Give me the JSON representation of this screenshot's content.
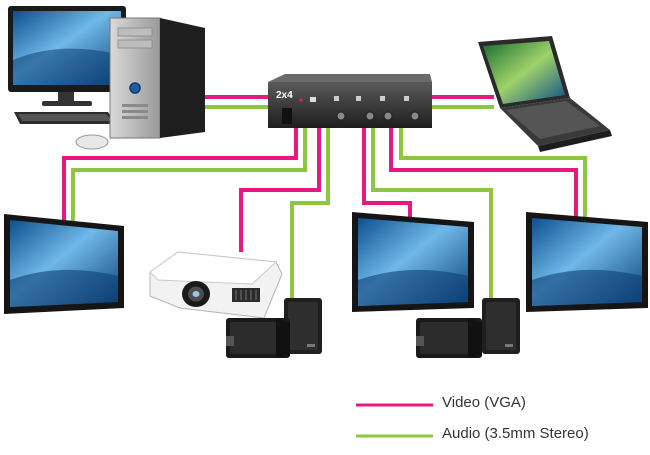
{
  "colors": {
    "video": "#e5197f",
    "audio": "#8dc63f",
    "screen_light": "#6fb8e8",
    "screen_dark": "#0d4f8f",
    "device_dark": "#2a2a2a"
  },
  "matrix": {
    "model_label": "2x4",
    "icon": "vga-audio-matrix-switch-icon"
  },
  "sources": [
    {
      "icon": "desktop-computer-icon"
    },
    {
      "icon": "laptop-icon"
    }
  ],
  "outputs": [
    {
      "icon": "display-monitor-icon"
    },
    {
      "icon": "projector-icon"
    },
    {
      "icon": "display-monitor-icon"
    },
    {
      "icon": "display-monitor-icon"
    }
  ],
  "speakers": [
    {
      "icon": "speaker-pair-icon"
    },
    {
      "icon": "speaker-pair-icon"
    }
  ],
  "legend": {
    "video": "Video (VGA)",
    "audio": "Audio (3.5mm Stereo)"
  }
}
